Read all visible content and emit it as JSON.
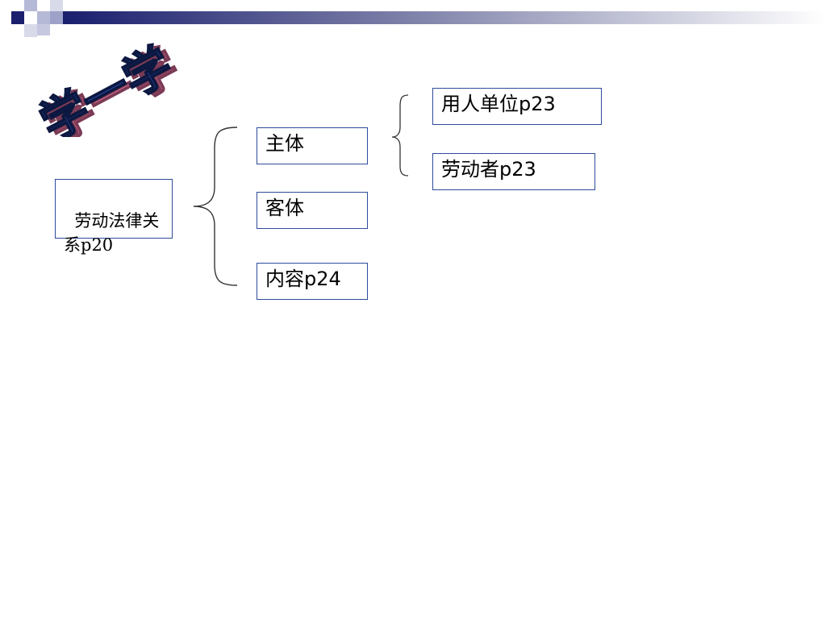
{
  "colors": {
    "header_dark": "#1a1f6e",
    "box_border": "#2e4b9b",
    "wordart_blue": "#2a4aa8",
    "wordart_pink": "#d9708c"
  },
  "wordart": {
    "text": "学一学"
  },
  "diagram": {
    "root": "劳动法律关系p20",
    "level1": [
      "主体",
      "客体",
      "内容p24"
    ],
    "level2": [
      "用人单位p23",
      "劳动者p23"
    ]
  }
}
